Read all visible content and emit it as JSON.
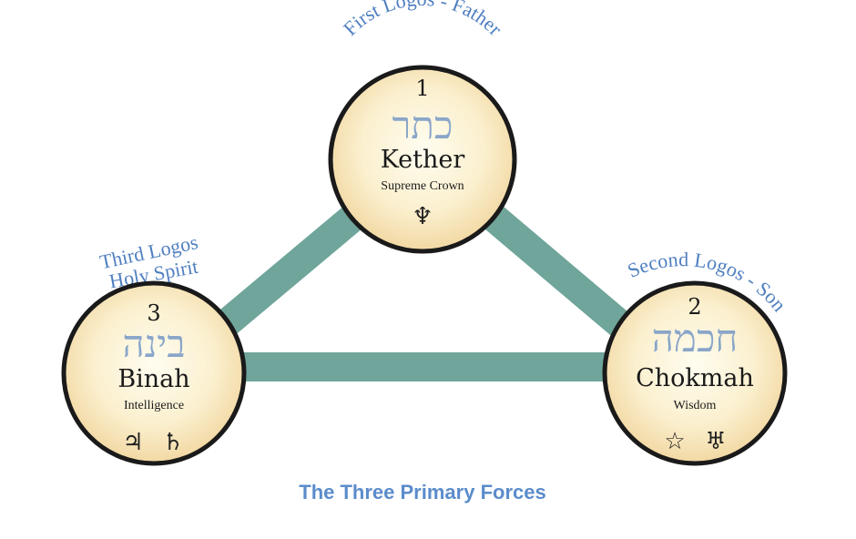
{
  "caption": "The Three Primary Forces",
  "colors": {
    "connector": "#6fa59a",
    "circle_fill_center": "#fffdf0",
    "circle_fill_edge": "#f4ddaa",
    "circle_stroke": "#1a1a1a",
    "label_blue": "#4f7fc0",
    "hebrew": "#8aa6c9"
  },
  "sephiroth": {
    "kether": {
      "number": "1",
      "hebrew": "כתר",
      "name": "Kether",
      "subtitle": "Supreme Crown",
      "symbols": [
        "♆"
      ],
      "arc_label": "First Logos - Father"
    },
    "chokmah": {
      "number": "2",
      "hebrew": "חכמה",
      "name": "Chokmah",
      "subtitle": "Wisdom",
      "symbols": [
        "☆",
        "♅"
      ],
      "arc_label": "Second Logos - Son"
    },
    "binah": {
      "number": "3",
      "hebrew": "בינה",
      "name": "Binah",
      "subtitle": "Intelligence",
      "symbols": [
        "♃",
        "♄"
      ],
      "label_lines": [
        "Third Logos",
        "Holy Spirit"
      ]
    }
  }
}
